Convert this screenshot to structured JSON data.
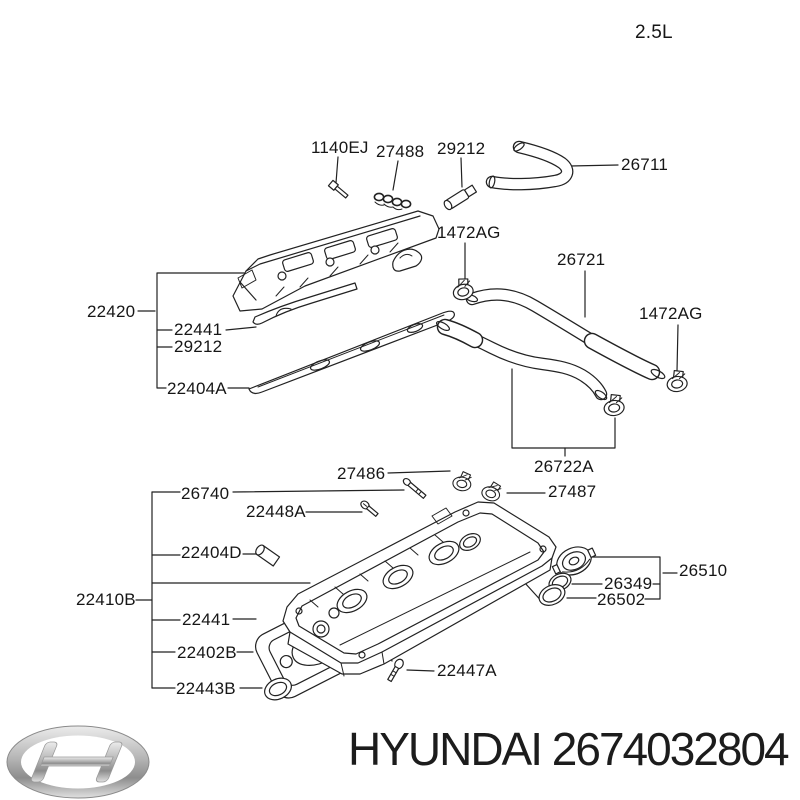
{
  "page": {
    "background_color": "#ffffff",
    "line_color": "#222222",
    "text_color": "#161616"
  },
  "header": {
    "engine_size": "2.5L"
  },
  "callouts": {
    "n1140ej": "1140EJ",
    "n27488": "27488",
    "n29212_top": "29212",
    "n26711": "26711",
    "n1472ag_left": "1472AG",
    "n26721": "26721",
    "n1472ag_right": "1472AG",
    "n22420": "22420",
    "n22441_upper": "22441",
    "n29212_mid": "29212",
    "n22404a": "22404A",
    "n27486": "27486",
    "n26740": "26740",
    "n22448a": "22448A",
    "n27487": "27487",
    "n26722a": "26722A",
    "n22404d": "22404D",
    "n22410b": "22410B",
    "n22441_lower": "22441",
    "n22402b": "22402B",
    "n22443b": "22443B",
    "n22447a": "22447A",
    "n26349": "26349",
    "n26502": "26502",
    "n26510": "26510"
  },
  "footer": {
    "logo": "hyundai-logo",
    "text": "HYUNDAI 2674032804",
    "logo_colors": {
      "silver_light": "#ececec",
      "silver_mid": "#b5b5b5",
      "silver_dark": "#8d8d8d"
    }
  }
}
